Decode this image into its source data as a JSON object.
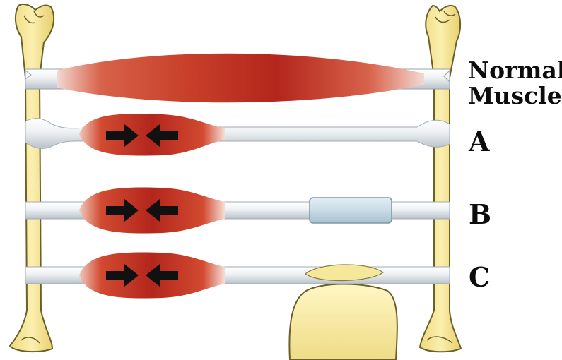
{
  "labels": {
    "normal_line1": "Normal",
    "normal_line2": "Muscle",
    "row_a": "A",
    "row_b": "B",
    "row_c": "C"
  },
  "colors": {
    "bone_fill": "#f6e89a",
    "bone_stroke": "#6b5f2a",
    "muscle_dark": "#b3261c",
    "muscle_mid": "#d24a30",
    "tendon": "#e6ebef",
    "tendon_shadow": "#b8c0c8",
    "sheath": "#cfe0ea",
    "arrow": "#111111",
    "text": "#0c0c0c"
  }
}
